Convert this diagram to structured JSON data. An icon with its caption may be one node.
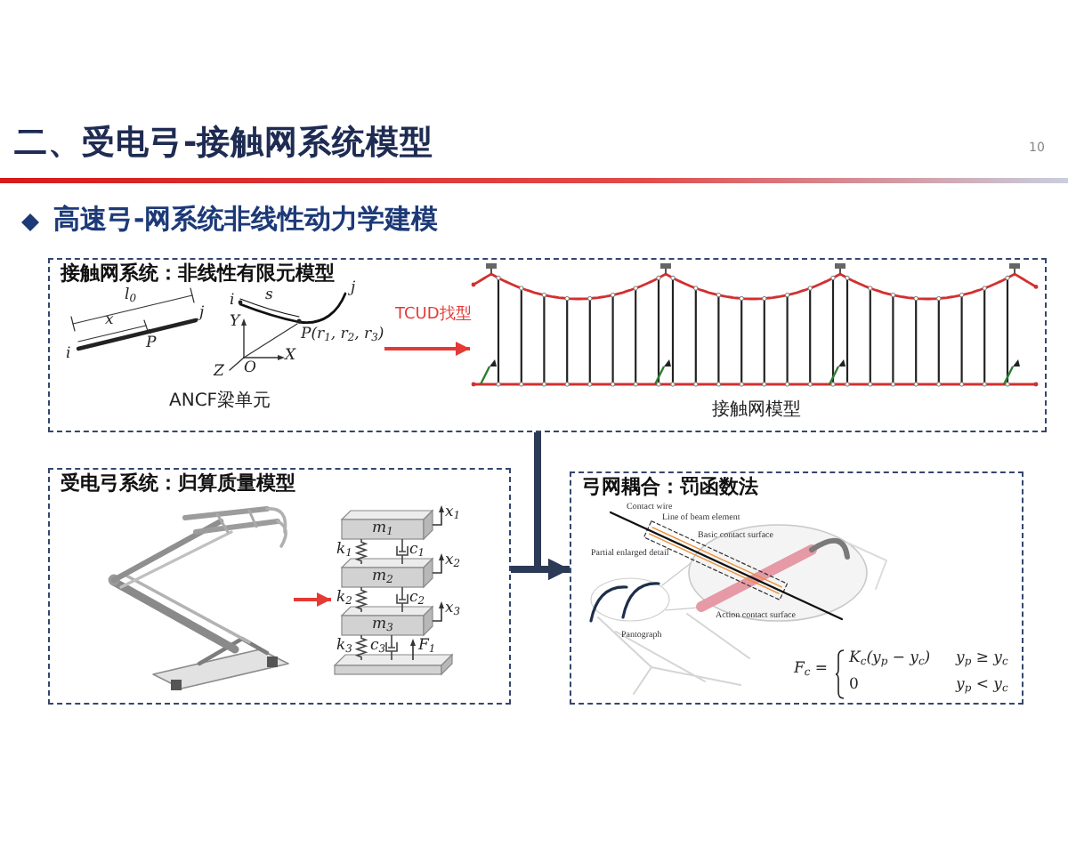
{
  "diagram": {
    "title": "二、受电弓-接触网系统模型",
    "nodes": [
      {
        "text": [
          "接触网系统：非线性有限元模型"
        ]
      },
      {
        "text": [],
        "shape": "picture",
        "in": 0,
        "beside": [
          "ANCF梁单元"
        ]
      },
      {
        "text": [],
        "shape": "picture",
        "in": 0,
        "beside": [
          "接触网模型"
        ]
      },
      {
        "text": [
          "受电弓系统：归算质量模型"
        ]
      },
      {
        "text": [],
        "shape": "picture",
        "in": 3
      },
      {
        "text": [],
        "shape": "picture",
        "in": 3
      },
      {
        "text": [
          "弓网耦合：罚函数法"
        ]
      }
    ],
    "edges": [
      {
        "from": 1,
        "to": 2,
        "arrow": "to",
        "label": "TCUD找型",
        "color": "#e53935"
      },
      {
        "from": 0,
        "to": 6,
        "arrow": "to",
        "style": "thick",
        "color": "#2b3a55"
      },
      {
        "from": 4,
        "to": 5,
        "arrow": "to",
        "color": "#e53935"
      },
      {
        "from": 3,
        "to": 6,
        "arrow": "to",
        "style": "thick",
        "color": "#2b3a55"
      }
    ],
    "labels": [
      "10",
      "高速弓-网系统非线性动力学建模",
      "l$_{0}$",
      "j",
      "x",
      "P",
      "i",
      "i",
      "s",
      "j",
      "Y",
      "P(r$_{1}$, r$_{2}$, r$_{3}$)",
      "Z",
      "O",
      "X",
      "m$_{1}$",
      "x$_{1}$",
      "k$_{1}$",
      "c$_{1}$",
      "m$_{2}$",
      "x$_{2}$",
      "k$_{2}$",
      "c$_{2}$",
      "m$_{3}$",
      "x$_{3}$",
      "k$_{3}$",
      "c$_{3}$",
      "F$_{1}$",
      "Contact wire",
      "Line of beam element",
      "Basic contact surface",
      "Partial enlarged detail",
      "Action contact surface",
      "Pantograph",
      "F$_{c}$ =",
      "K$_{c}$(y$_{p}$ − y$_{c}$)",
      "y$_{p}$ ≥ y$_{c}$",
      "0",
      "y$_{p}$ < y$_{c}$"
    ]
  }
}
